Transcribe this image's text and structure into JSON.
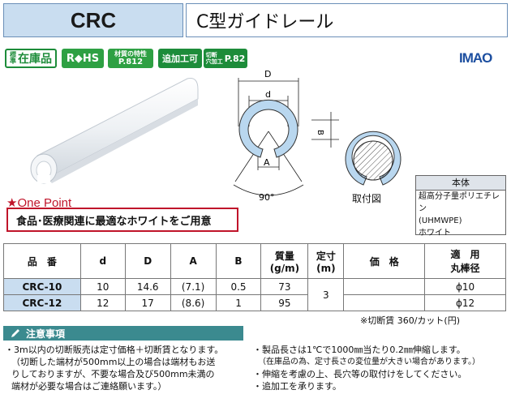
{
  "header": {
    "code": "CRC",
    "name": "C型ガイドレール"
  },
  "badges": {
    "stock_small": "標準",
    "stock": "在庫品",
    "rohs": "R◆HS",
    "material_line1": "材質の特性",
    "material_line2": "P.812",
    "addproc": "追加工可",
    "cut_small1": "切断",
    "cut_small2": "穴加工",
    "cut_page": "P.82"
  },
  "logo": "IMAO",
  "diagram": {
    "D": "D",
    "d": "d",
    "B": "B",
    "A": "A",
    "angle": "90°",
    "mount": "取付図"
  },
  "material": {
    "header": "本体",
    "lines": [
      "超高分子量ポリエチレン",
      "(UHMWPE)",
      "ホワイト"
    ]
  },
  "one_point": {
    "title": "★One Point",
    "text": "食品･医療関連に最適なホワイトをご用意"
  },
  "table": {
    "headers": {
      "model": "品　番",
      "d": "d",
      "D": "D",
      "A": "A",
      "B": "B",
      "mass1": "質量",
      "mass2": "(g/m)",
      "len1": "定寸",
      "len2": "(m)",
      "price": "価　格",
      "shaft1": "適　用",
      "shaft2": "丸棒径"
    },
    "rows": [
      {
        "model": "CRC-10",
        "d": "10",
        "D": "14.6",
        "A": "(7.1)",
        "B": "0.5",
        "mass": "73",
        "shaft": "ϕ10"
      },
      {
        "model": "CRC-12",
        "d": "12",
        "D": "17",
        "A": "(8.6)",
        "B": "1",
        "mass": "95",
        "shaft": "ϕ12"
      }
    ],
    "length_shared": "3",
    "cut_note": "※切断賃  360/カット(円)"
  },
  "notes": {
    "header": "注意事項",
    "left": [
      "・3m以内の切断販売は定寸価格＋切断賃となります。",
      "（切断した端材が500mm以上の場合は端材もお送",
      "りしておりますが、不要な場合及び500mm未満の",
      "端材が必要な場合はご連絡願います。）"
    ],
    "right": [
      "・製品長さは1℃で1000㎜当たり0.2㎜伸縮します。",
      "（在庫品の為、定寸長さの変位量が大きい場合があります。）",
      "・伸縮を考慮の上、長穴等の取付けをしてください。",
      "・追加工を承ります。"
    ]
  }
}
